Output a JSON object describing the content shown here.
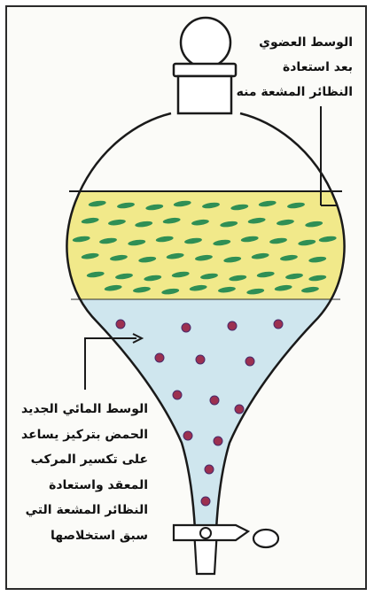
{
  "labels": {
    "organic_layer": [
      "الوسط العضوي",
      "بعد استعادة",
      "النظائر المشعة منه"
    ],
    "aqueous_layer": [
      "الوسط المائي الجديد",
      "الحمض بتركيز يساعد",
      "على تكسير المركب",
      "المعقد واستعادة",
      "النظائر المشعة التي",
      "سبق استخلاصها"
    ]
  },
  "colors": {
    "organic_phase": "#f1e98a",
    "aqueous_phase": "#cfe6ee",
    "droplet": "#2f8f55",
    "particle": "#9c3050",
    "outline": "#1a1a1a"
  }
}
